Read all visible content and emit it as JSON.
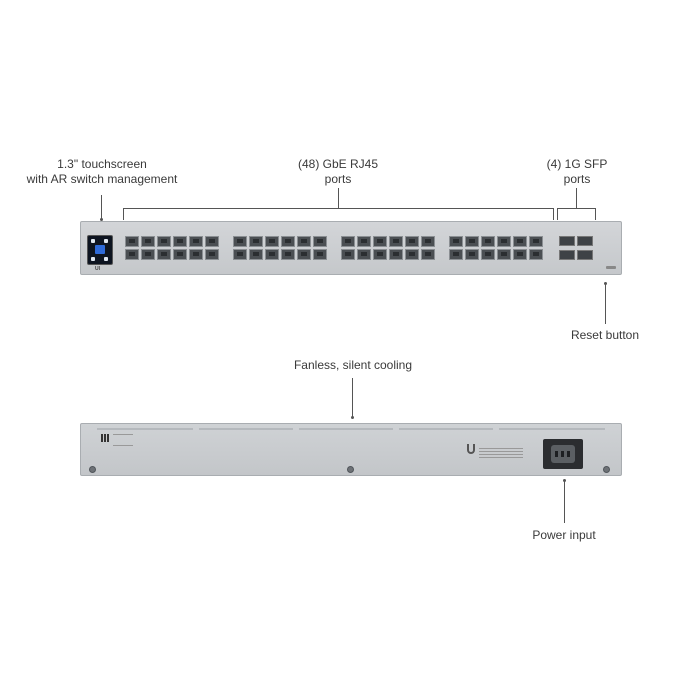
{
  "callouts": {
    "touchscreen": {
      "line1": "1.3\" touchscreen",
      "line2": "with AR switch management"
    },
    "rj45": {
      "line1": "(48) GbE RJ45",
      "line2": "ports"
    },
    "sfp": {
      "line1": "(4) 1G SFP",
      "line2": "ports"
    },
    "reset": {
      "text": "Reset button"
    },
    "cooling": {
      "text": "Fanless, silent cooling"
    },
    "power": {
      "text": "Power input"
    }
  },
  "device": {
    "brand_mark": "UI",
    "rj45_port_count": 48,
    "sfp_port_count": 4,
    "colors": {
      "chassis": "#c9cbce",
      "port": "#4b4f53",
      "screen": "#0d1420",
      "screen_accent": "#2e6ad8"
    }
  }
}
